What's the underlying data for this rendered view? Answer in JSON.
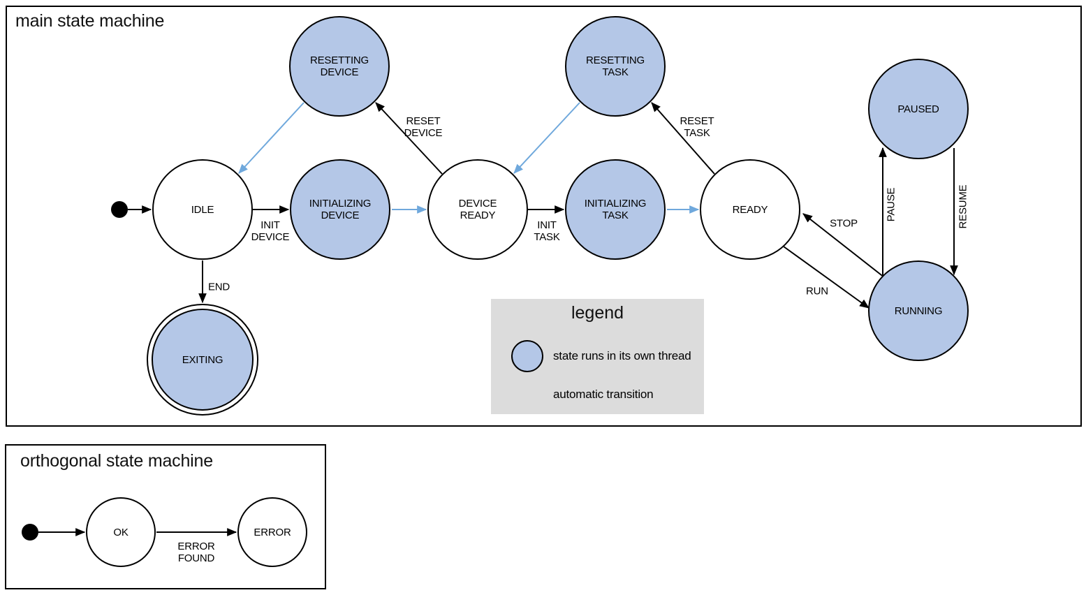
{
  "colors": {
    "state_fill": "#b4c7e7",
    "auto_arrow": "#6fa8dc",
    "legend_bg": "#dcdcdc",
    "line": "#000000"
  },
  "main": {
    "title": "main state machine",
    "states": {
      "idle": "IDLE",
      "resetting_device": "RESETTING\nDEVICE",
      "initializing_device": "INITIALIZING\nDEVICE",
      "device_ready": "DEVICE\nREADY",
      "resetting_task": "RESETTING\nTASK",
      "initializing_task": "INITIALIZING\nTASK",
      "ready": "READY",
      "paused": "PAUSED",
      "running": "RUNNING",
      "exiting": "EXITING"
    },
    "transitions": {
      "init_device": "INIT\nDEVICE",
      "reset_device": "RESET\nDEVICE",
      "init_task": "INIT\nTASK",
      "reset_task": "RESET\nTASK",
      "stop": "STOP",
      "run": "RUN",
      "pause": "PAUSE",
      "resume": "RESUME",
      "end": "END"
    }
  },
  "legend": {
    "title": "legend",
    "thread_label": "state runs in its own thread",
    "auto_label": "automatic transition"
  },
  "ortho": {
    "title": "orthogonal state machine",
    "states": {
      "ok": "OK",
      "error": "ERROR"
    },
    "transitions": {
      "error_found": "ERROR\nFOUND"
    }
  }
}
